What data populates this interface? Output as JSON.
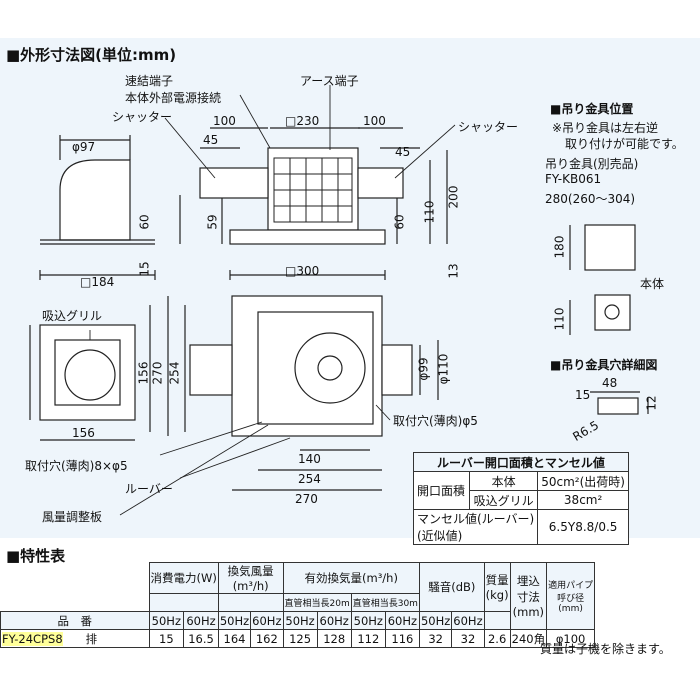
{
  "title_dim": "■外形寸法図(単位:mm)",
  "labels": {
    "sokketsu": "速結端子",
    "honntai_dengen": "本体外部電源接続",
    "earth": "アース端子",
    "shutter_l": "シャッター",
    "shutter_r": "シャッター",
    "suikomi": "吸込グリル",
    "toritsuke_8": "取付穴(薄肉)8×φ5",
    "toritsuke_5": "取付穴(薄肉)φ5",
    "louver": "ルーバー",
    "fuuryou": "風量調整板"
  },
  "dims": {
    "d97": "φ97",
    "d100a": "100",
    "d45a": "45",
    "sq230": "□230",
    "d100b": "100",
    "d45b": "45",
    "d60a": "60",
    "d59": "59",
    "d15": "15",
    "sq184": "□184",
    "sq300": "□300",
    "d60b": "60",
    "d110": "110",
    "d200": "200",
    "d13": "13",
    "d156v": "156",
    "d270v": "270",
    "d254v": "254",
    "d156h": "156",
    "d99": "φ99",
    "d110c": "φ110",
    "d140": "140",
    "d254h": "254",
    "d270h": "270"
  },
  "hanger": {
    "title": "■吊り金具位置",
    "note1": "※吊り金具は左右逆",
    "note2": "取り付けが可能です。",
    "part_label": "吊り金具(別売品)",
    "part_no": "FY-KB061",
    "range": "280(260〜304)",
    "d180": "180",
    "d110": "110",
    "body": "本体"
  },
  "hole_detail": {
    "title": "■吊り金具穴詳細図",
    "d48": "48",
    "d15": "15",
    "d12": "12",
    "r65": "R6.5"
  },
  "louver_table": {
    "title": "ルーバー開口面積とマンセル値",
    "r1c1": "開口面積",
    "r1c2": "本体",
    "r1c3": "50cm²(出荷時)",
    "r2c2": "吸込グリル",
    "r2c3": "38cm²",
    "r3c1a": "マンセル値(ルーバー)",
    "r3c1b": "(近似値)",
    "r3c3": "6.5Y8.8/0.5"
  },
  "spec": {
    "title": "■特性表",
    "h_power": "消費電力(W)",
    "h_airflow": "換気風量",
    "h_airflow_unit": "(m³/h)",
    "h_eff": "有効換気量(m³/h)",
    "h_eff20": "直管相当長20m",
    "h_eff30": "直管相当長30m",
    "h_noise": "騒音(dB)",
    "h_mass": "質量",
    "h_mass_unit": "(kg)",
    "h_embed": "埋込",
    "h_embed2": "寸法",
    "h_embed_unit": "(mm)",
    "h_pipe1": "適用パイプ",
    "h_pipe2": "呼び径",
    "h_pipe_unit": "(mm)",
    "h_model": "品　番",
    "hz50": "50Hz",
    "hz60": "60Hz",
    "model": "FY-24CPS8",
    "mode": "排",
    "values": [
      "15",
      "16.5",
      "164",
      "162",
      "125",
      "128",
      "112",
      "116",
      "32",
      "32",
      "2.6",
      "240角",
      "φ100"
    ],
    "footnote": "質量は子機を除きます。"
  }
}
